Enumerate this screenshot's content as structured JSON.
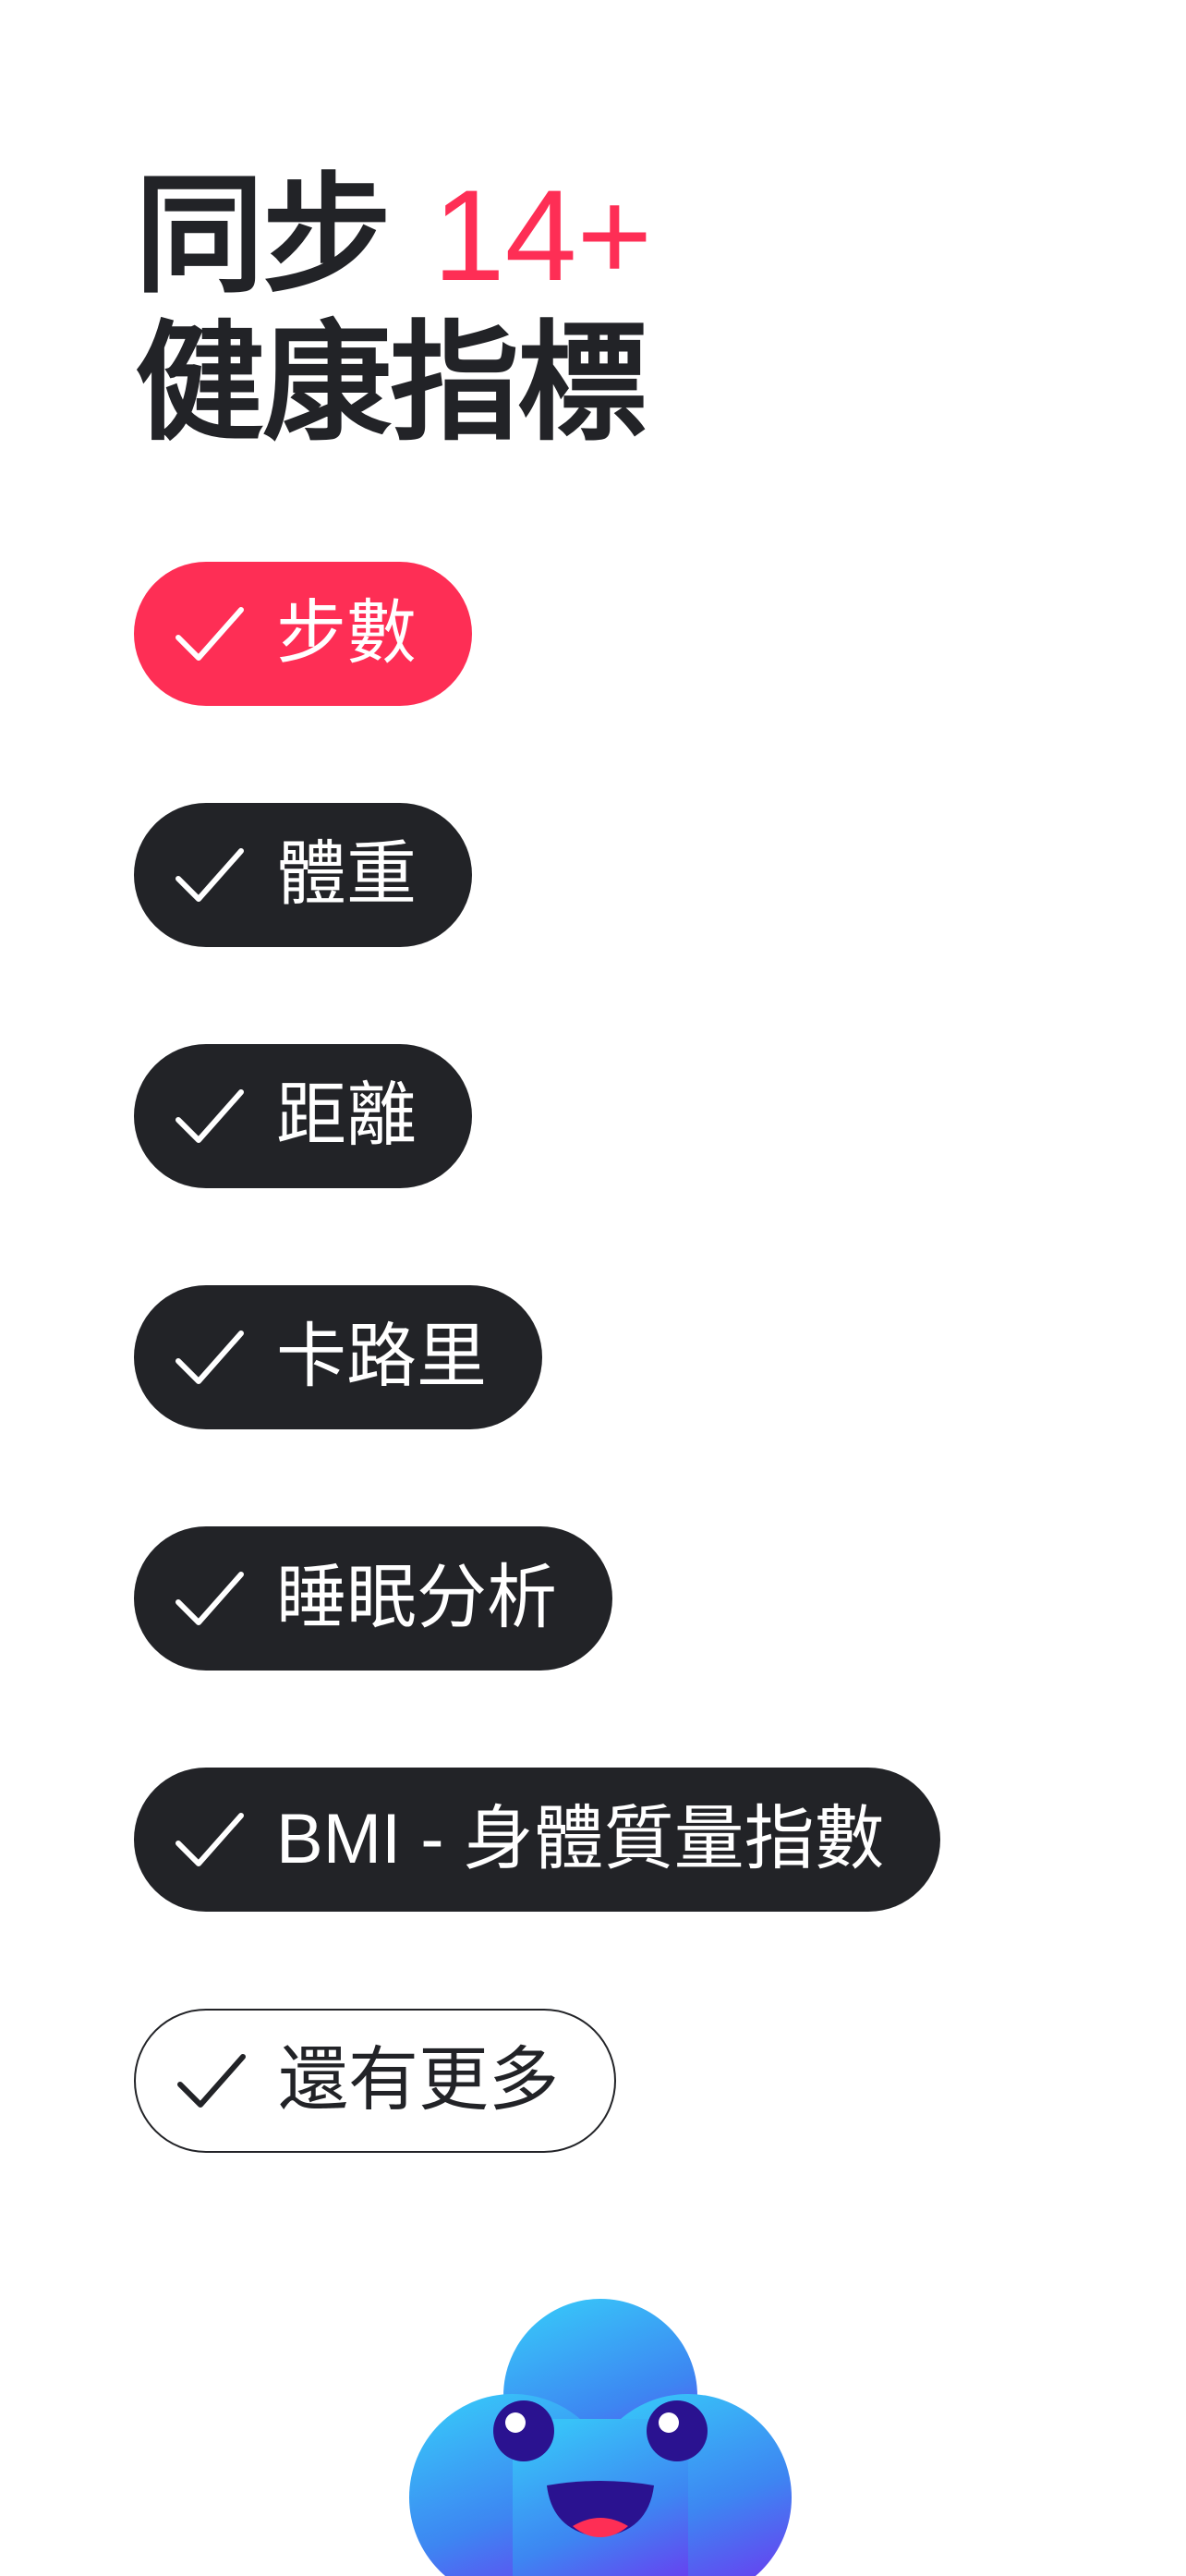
{
  "heading": {
    "line1_prefix": "同步 ",
    "line1_accent": "14+",
    "line2": "健康指標"
  },
  "metrics": [
    {
      "label": "步數",
      "state": "highlighted"
    },
    {
      "label": "體重",
      "state": "default"
    },
    {
      "label": "距離",
      "state": "default"
    },
    {
      "label": "卡路里",
      "state": "default"
    },
    {
      "label": "睡眠分析",
      "state": "default"
    },
    {
      "label": "BMI - 身體質量指數",
      "state": "default"
    },
    {
      "label": "還有更多",
      "state": "outline"
    }
  ],
  "colors": {
    "accent": "#fe2e55",
    "dark": "#222327",
    "background": "#ffffff",
    "mascot_top": "#38c2f8",
    "mascot_bottom": "#6a3cf0"
  },
  "icons": {
    "pill_icon": "check-icon",
    "mascot": "cloud-mascot-icon"
  }
}
